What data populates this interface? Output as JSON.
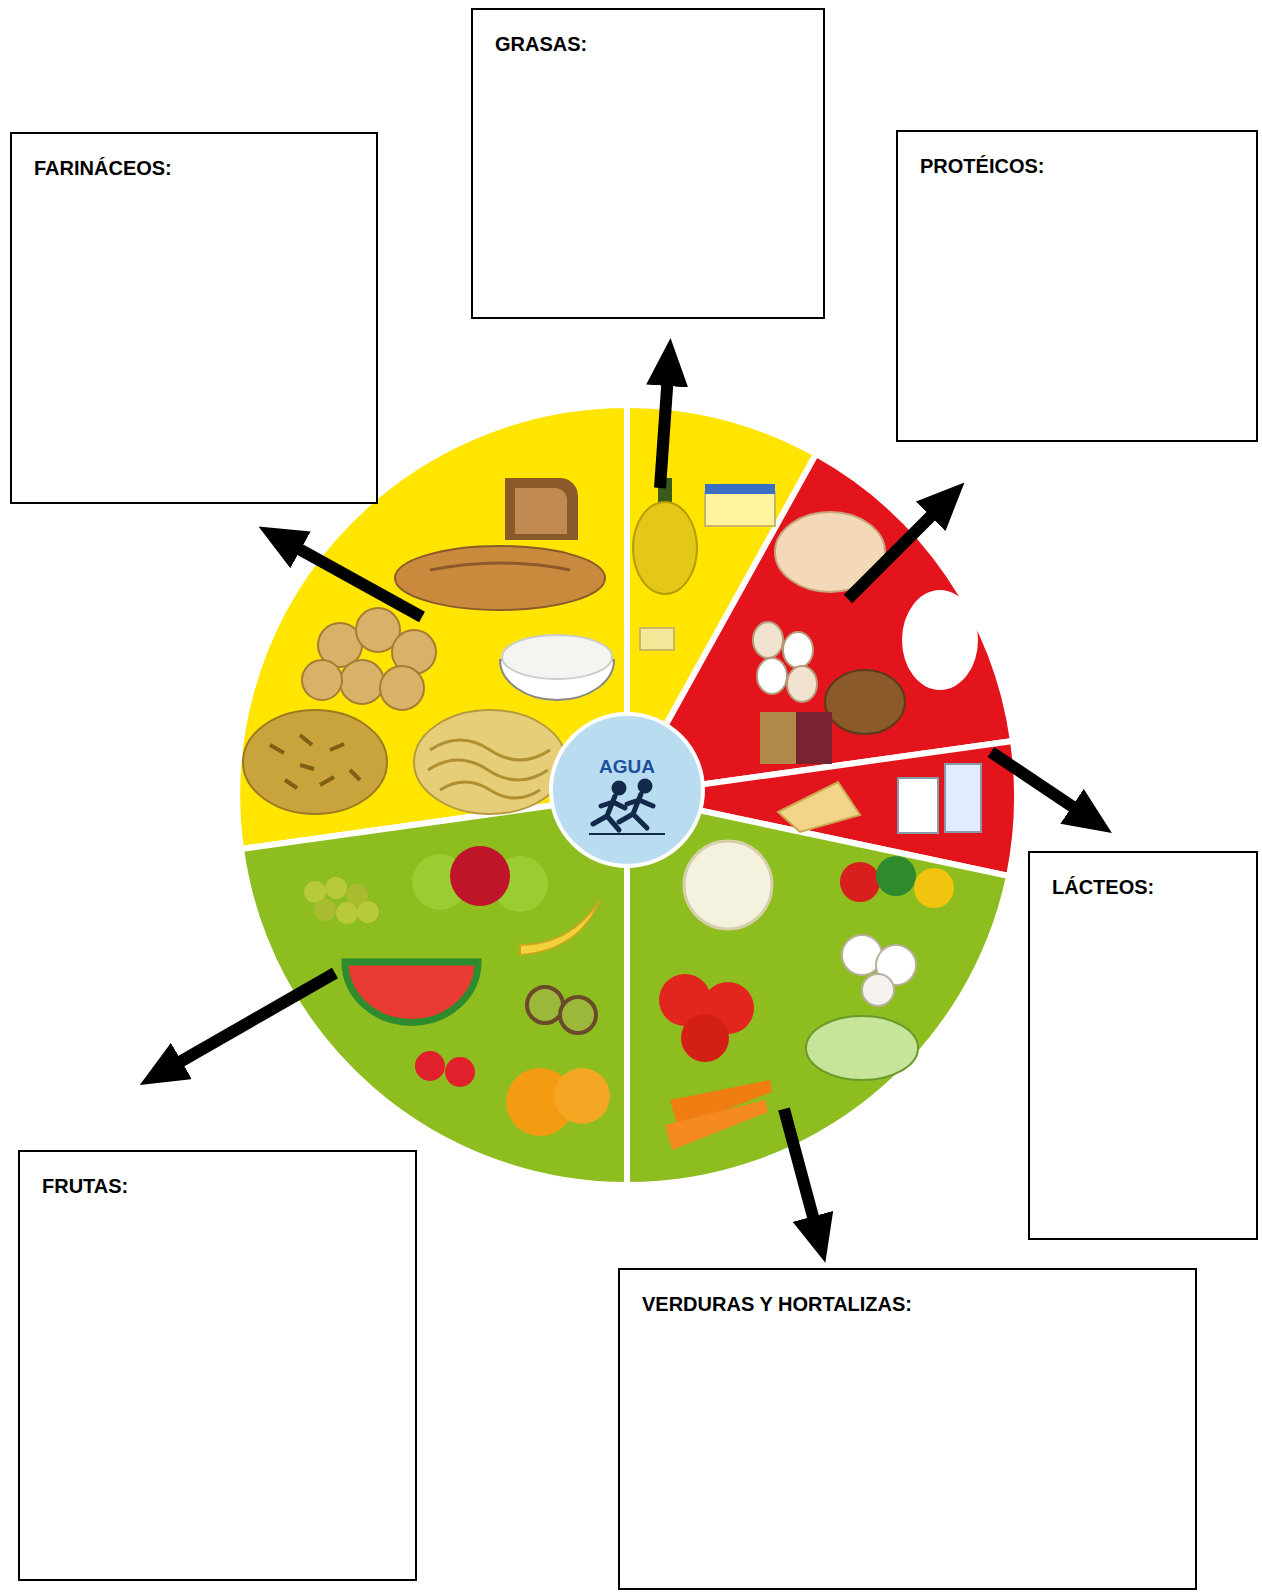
{
  "diagram": {
    "nodes": [
      {
        "text": [
          "GRASAS:"
        ]
      },
      {
        "text": [
          "FARINÁCEOS:"
        ]
      },
      {
        "text": [
          "PROTÉICOS:"
        ]
      },
      {
        "text": [
          "AGUA"
        ]
      },
      {
        "text": [
          "LÁCTEOS:"
        ]
      },
      {
        "text": [
          "FRUTAS:"
        ]
      },
      {
        "text": [
          "VERDURAS Y HORTALIZAS:"
        ]
      }
    ]
  }
}
